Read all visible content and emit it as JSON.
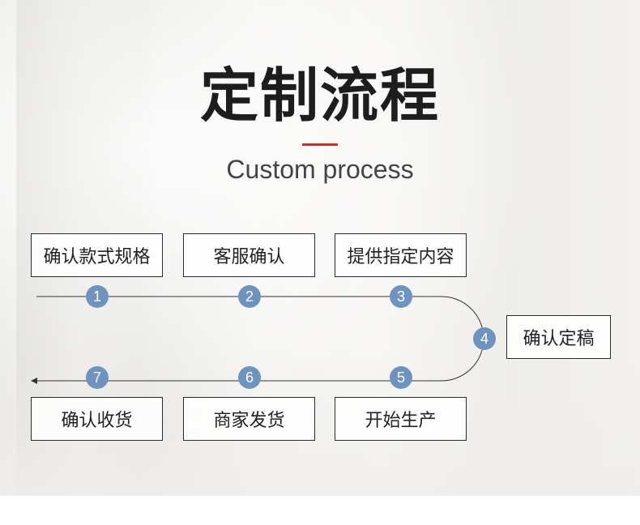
{
  "header": {
    "title": "定制流程",
    "subtitle": "Custom process",
    "accent_color": "#d62b26"
  },
  "flow": {
    "circle_color": "#6e93bf",
    "steps": [
      {
        "num": "1",
        "label": "确认款式规格"
      },
      {
        "num": "2",
        "label": "客服确认"
      },
      {
        "num": "3",
        "label": "提供指定内容"
      },
      {
        "num": "4",
        "label": "确认定稿"
      },
      {
        "num": "5",
        "label": "开始生产"
      },
      {
        "num": "6",
        "label": "商家发货"
      },
      {
        "num": "7",
        "label": "确认收货"
      }
    ]
  }
}
